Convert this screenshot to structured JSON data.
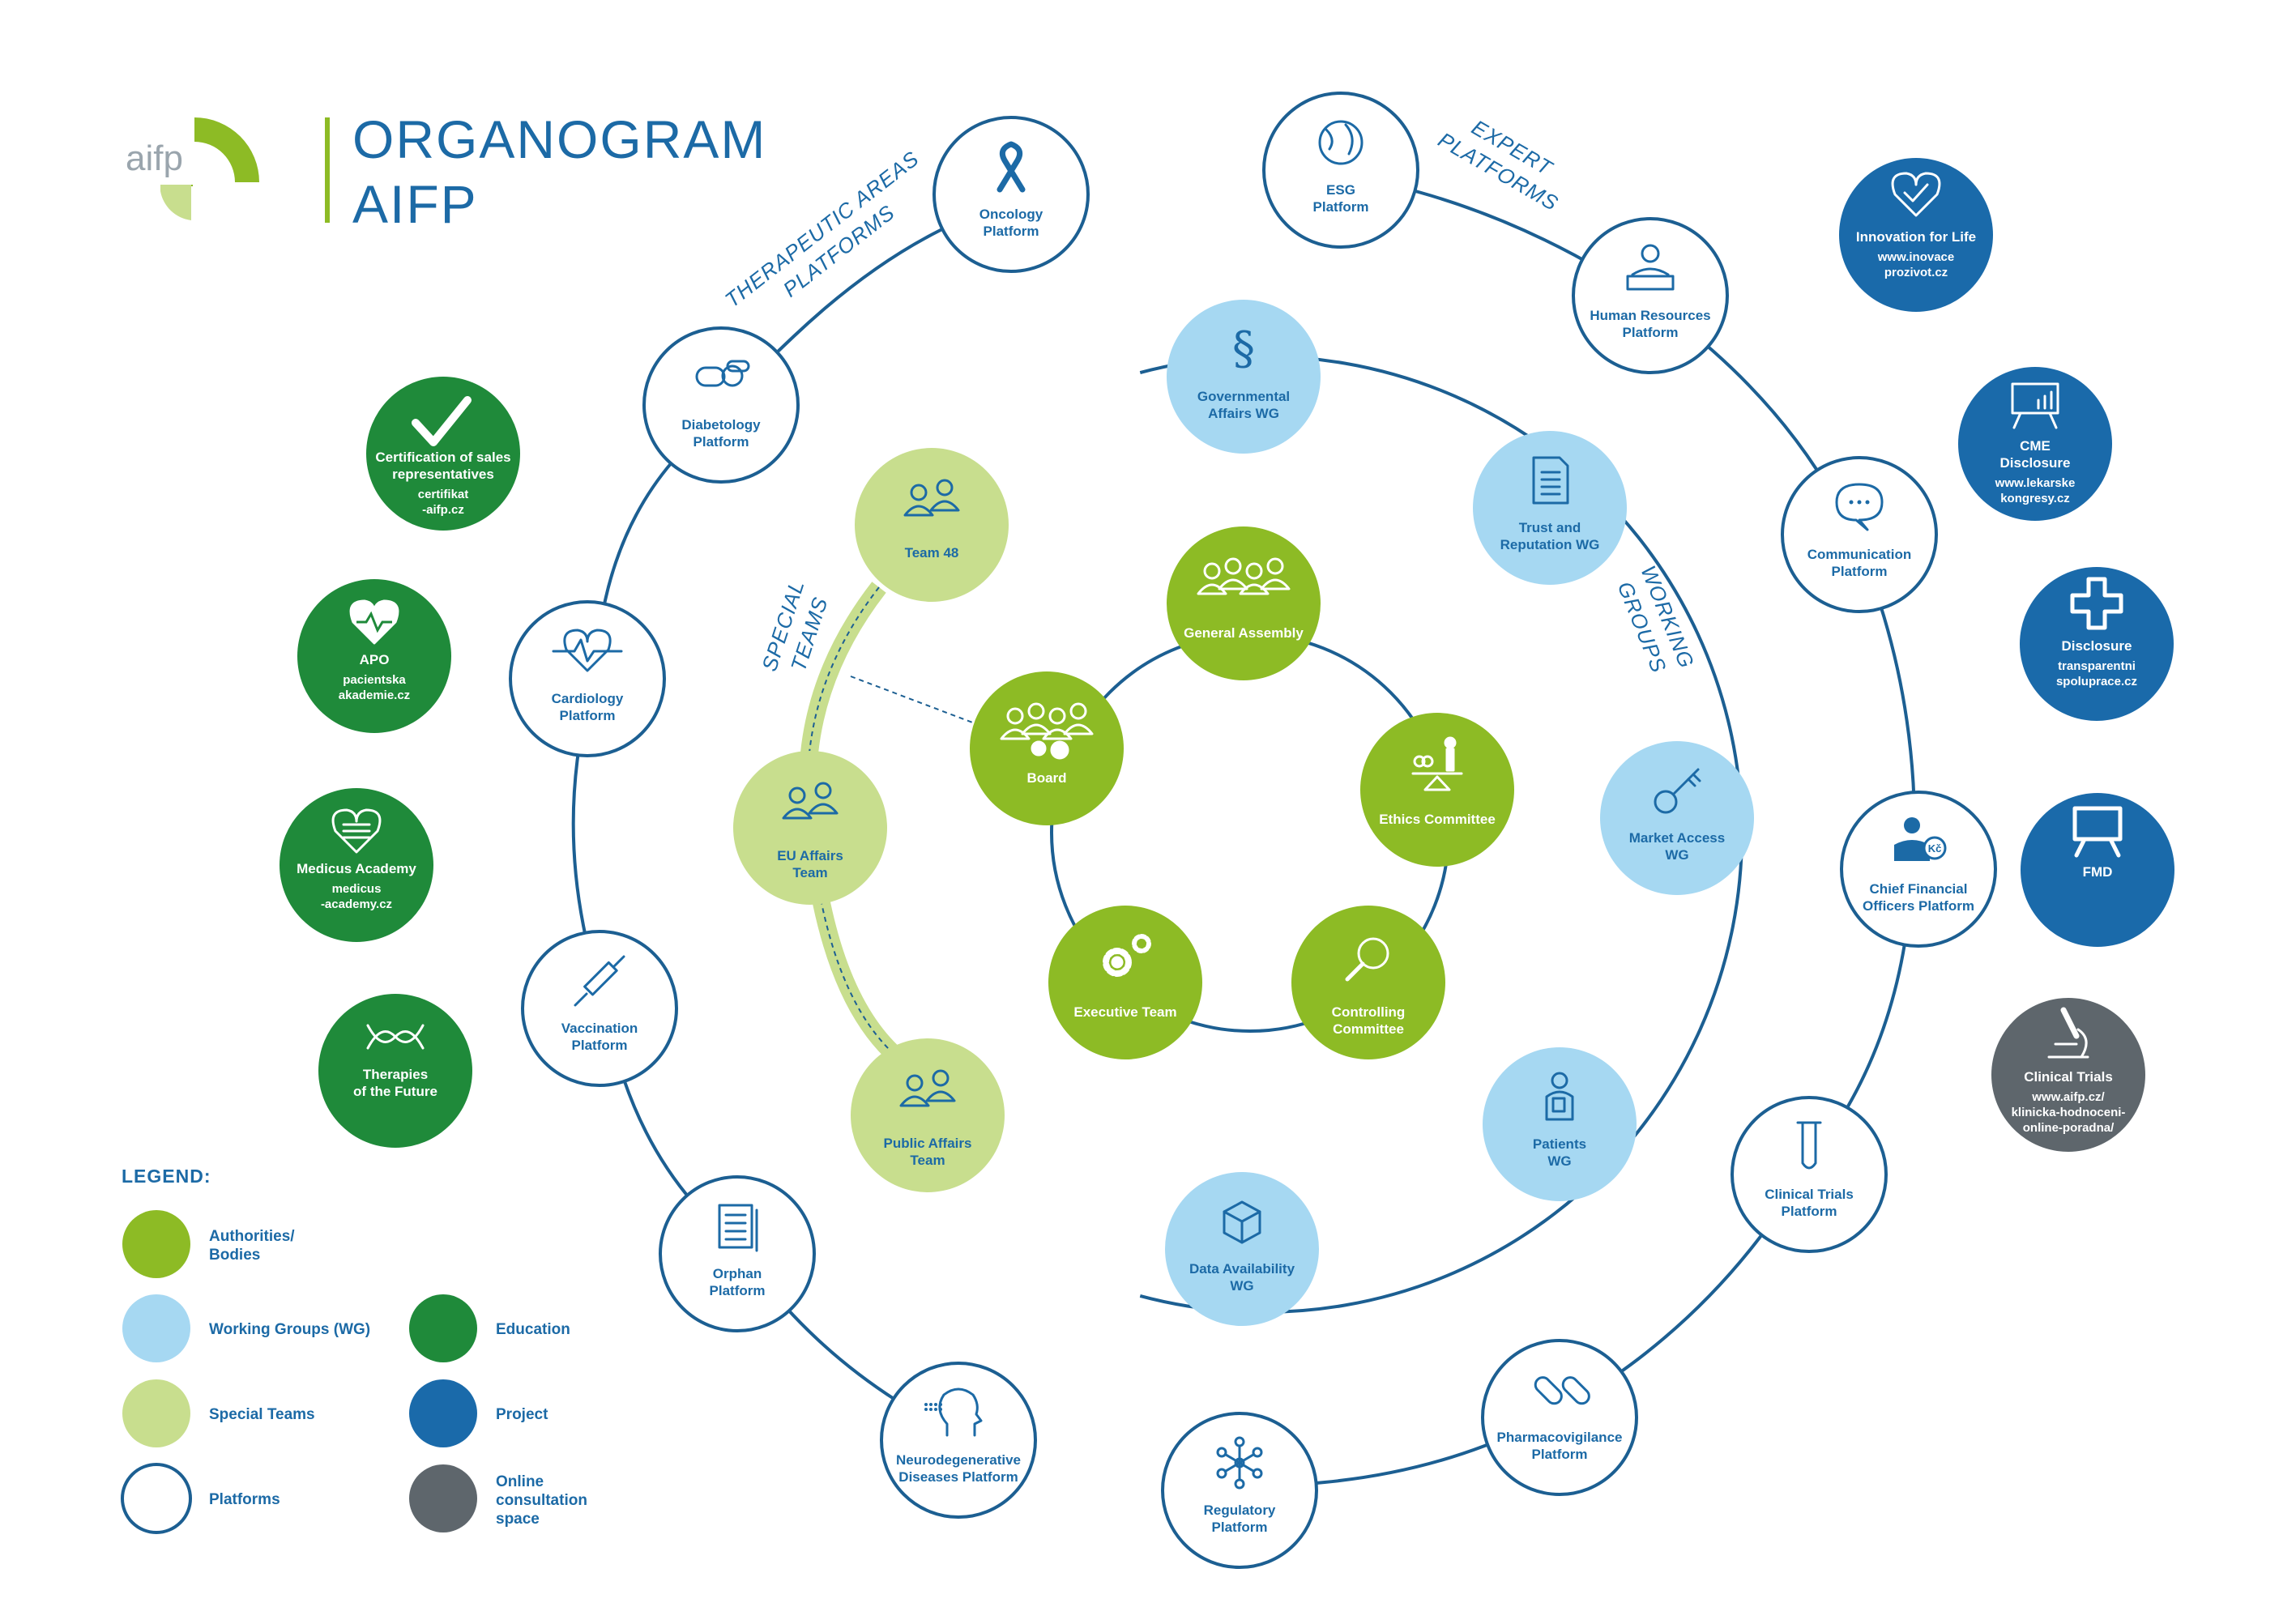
{
  "header": {
    "logo_text": "aifp",
    "title_line1": "ORGANOGRAM",
    "title_line2": "AIFP"
  },
  "colors": {
    "authority": "#8dbb25",
    "working_group": "#a6d8f2",
    "special_team": "#c8de8e",
    "platform_fill": "#ffffff",
    "education": "#1f8a3a",
    "project": "#1a6aaa",
    "online": "#5e666c",
    "line": "#1c5f92",
    "text_dark": "#1c6aa6"
  },
  "ring_labels": {
    "therapeutic": [
      "THERAPEUTIC AREAS",
      "PLATFORMS"
    ],
    "expert": [
      "EXPERT",
      "PLATFORMS"
    ],
    "working": [
      "WORKING",
      "GROUPS"
    ],
    "special": [
      "SPECIAL",
      "TEAMS"
    ]
  },
  "authorities": [
    {
      "id": "general-assembly",
      "lines": [
        "General Assembly"
      ],
      "icon": "people-group-icon"
    },
    {
      "id": "board",
      "lines": [
        "Board"
      ],
      "icon": "people-gears-icon"
    },
    {
      "id": "ethics-committee",
      "lines": [
        "Ethics Committee"
      ],
      "icon": "scales-icon"
    },
    {
      "id": "executive-team",
      "lines": [
        "Executive Team"
      ],
      "icon": "gears-icon"
    },
    {
      "id": "controlling-committee",
      "lines": [
        "Controlling",
        "Committee"
      ],
      "icon": "magnifier-icon"
    }
  ],
  "special_teams": [
    {
      "id": "team-48",
      "lines": [
        "Team 48"
      ],
      "icon": "people-icon"
    },
    {
      "id": "eu-affairs-team",
      "lines": [
        "EU Affairs",
        "Team"
      ],
      "icon": "people-icon"
    },
    {
      "id": "public-affairs-team",
      "lines": [
        "Public Affairs",
        "Team"
      ],
      "icon": "people-icon"
    }
  ],
  "working_groups": [
    {
      "id": "governmental-affairs-wg",
      "lines": [
        "Governmental",
        "Affairs WG"
      ],
      "icon": "paragraph-icon"
    },
    {
      "id": "trust-reputation-wg",
      "lines": [
        "Trust and",
        "Reputation WG"
      ],
      "icon": "document-icon"
    },
    {
      "id": "market-access-wg",
      "lines": [
        "Market Access",
        "WG"
      ],
      "icon": "key-icon"
    },
    {
      "id": "patients-wg",
      "lines": [
        "Patients",
        "WG"
      ],
      "icon": "patient-icon"
    },
    {
      "id": "data-availability-wg",
      "lines": [
        "Data Availability",
        "WG"
      ],
      "icon": "cube-icon"
    }
  ],
  "therapeutic_platforms": [
    {
      "id": "oncology-platform",
      "lines": [
        "Oncology",
        "Platform"
      ],
      "icon": "ribbon-icon"
    },
    {
      "id": "diabetology-platform",
      "lines": [
        "Diabetology",
        "Platform"
      ],
      "icon": "pills-icon"
    },
    {
      "id": "cardiology-platform",
      "lines": [
        "Cardiology",
        "Platform"
      ],
      "icon": "heartbeat-icon"
    },
    {
      "id": "vaccination-platform",
      "lines": [
        "Vaccination",
        "Platform"
      ],
      "icon": "syringe-icon"
    },
    {
      "id": "orphan-platform",
      "lines": [
        "Orphan",
        "Platform"
      ],
      "icon": "notebook-icon"
    },
    {
      "id": "neurodegenerative-platform",
      "lines": [
        "Neurodegenerative",
        "Diseases Platform"
      ],
      "icon": "head-icon"
    }
  ],
  "expert_platforms": [
    {
      "id": "esg-platform",
      "lines": [
        "ESG",
        "Platform"
      ],
      "icon": "globe-icon"
    },
    {
      "id": "human-resources-platform",
      "lines": [
        "Human Resources",
        "Platform"
      ],
      "icon": "worker-icon"
    },
    {
      "id": "communication-platform",
      "lines": [
        "Communication",
        "Platform"
      ],
      "icon": "chat-icon"
    },
    {
      "id": "cfo-platform",
      "lines": [
        "Chief Financial",
        "Officers Platform"
      ],
      "icon": "finance-person-icon"
    },
    {
      "id": "clinical-trials-platform",
      "lines": [
        "Clinical Trials",
        "Platform"
      ],
      "icon": "test-tube-icon"
    },
    {
      "id": "pharmacovigilance-platform",
      "lines": [
        "Pharmacovigilance",
        "Platform"
      ],
      "icon": "capsules-icon"
    },
    {
      "id": "regulatory-platform",
      "lines": [
        "Regulatory",
        "Platform"
      ],
      "icon": "molecule-icon"
    }
  ],
  "education": [
    {
      "id": "certification",
      "lines": [
        "Certification of sales",
        "representatives"
      ],
      "sub": [
        "certifikat",
        "-aifp.cz"
      ],
      "icon": "check-icon"
    },
    {
      "id": "apo",
      "lines": [
        "APO"
      ],
      "sub": [
        "pacientska",
        "akademie.cz"
      ],
      "icon": "heart-pulse-icon"
    },
    {
      "id": "medicus-academy",
      "lines": [
        "Medicus Academy"
      ],
      "sub": [
        "medicus",
        "-academy.cz"
      ],
      "icon": "heart-book-icon"
    },
    {
      "id": "therapies-future",
      "lines": [
        "Therapies",
        "of the Future"
      ],
      "sub": [],
      "icon": "dna-icon"
    }
  ],
  "projects": [
    {
      "id": "innovation-for-life",
      "lines": [
        "Innovation for Life"
      ],
      "sub": [
        "www.inovace",
        "prozivot.cz"
      ],
      "icon": "heart-check-icon",
      "type": "project"
    },
    {
      "id": "cme-disclosure",
      "lines": [
        "CME",
        "Disclosure"
      ],
      "sub": [
        "www.lekarske",
        "kongresy.cz"
      ],
      "icon": "board-chart-icon",
      "type": "project"
    },
    {
      "id": "disclosure",
      "lines": [
        "Disclosure"
      ],
      "sub": [
        "transparentni",
        "spoluprace.cz"
      ],
      "icon": "cross-icon",
      "type": "project"
    },
    {
      "id": "fmd",
      "lines": [
        "FMD"
      ],
      "sub": [],
      "icon": "presentation-icon",
      "type": "project"
    },
    {
      "id": "clinical-trials-online",
      "lines": [
        "Clinical Trials"
      ],
      "sub": [
        "www.aifp.cz/",
        "klinicka-hodnoceni-",
        "online-poradna/"
      ],
      "icon": "microscope-icon",
      "type": "online"
    }
  ],
  "legend": {
    "title": "LEGEND:",
    "items": [
      {
        "id": "authorities",
        "lines": [
          "Authorities/",
          "Bodies"
        ],
        "color_key": "authority"
      },
      {
        "id": "working-groups",
        "lines": [
          "Working Groups (WG)"
        ],
        "color_key": "working_group"
      },
      {
        "id": "special-teams",
        "lines": [
          "Special Teams"
        ],
        "color_key": "special_team"
      },
      {
        "id": "platforms",
        "lines": [
          "Platforms"
        ],
        "color_key": "platform_fill"
      },
      {
        "id": "education",
        "lines": [
          "Education"
        ],
        "color_key": "education"
      },
      {
        "id": "project",
        "lines": [
          "Project"
        ],
        "color_key": "project"
      },
      {
        "id": "online",
        "lines": [
          "Online",
          "consultation",
          "space"
        ],
        "color_key": "online"
      }
    ]
  }
}
